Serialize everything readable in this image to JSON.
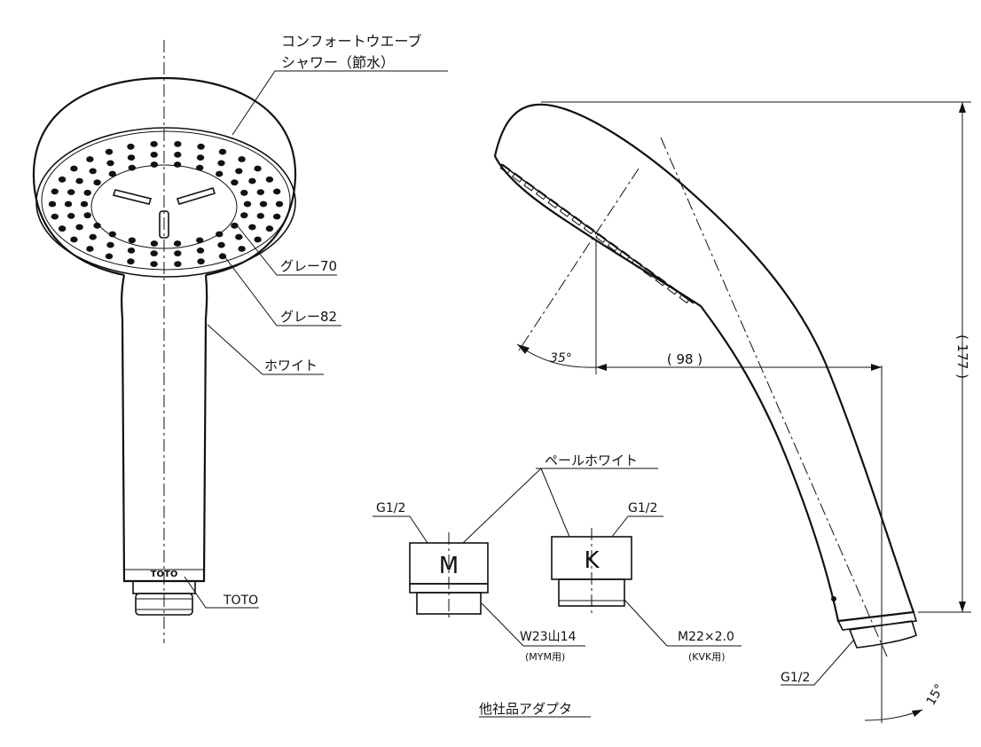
{
  "labels": {
    "product_name_line1": "コンフォートウエーブ",
    "product_name_line2": "シャワー（節水）",
    "color_gray70": "グレー70",
    "color_gray82": "グレー82",
    "color_white": "ホワイト",
    "brand_mark": "TOTO",
    "brand_label": "TOTO",
    "adapter_color": "ペールホワイト",
    "thread_left": "G1/2",
    "thread_right": "G1/2",
    "adapter_m_letter": "M",
    "adapter_k_letter": "K",
    "thread_m": "W23山14",
    "thread_m_maker": "(MYM用)",
    "thread_k": "M22×2.0",
    "thread_k_maker": "(KVK用)",
    "adapters_caption": "他社品アダプタ",
    "thread_side": "G1/2"
  },
  "dimensions": {
    "angle_face": "35°",
    "reach": "( 98 )",
    "height": "( 177 )",
    "angle_base": "15°"
  },
  "colors": {
    "ink": "#111111",
    "background": "#ffffff"
  }
}
